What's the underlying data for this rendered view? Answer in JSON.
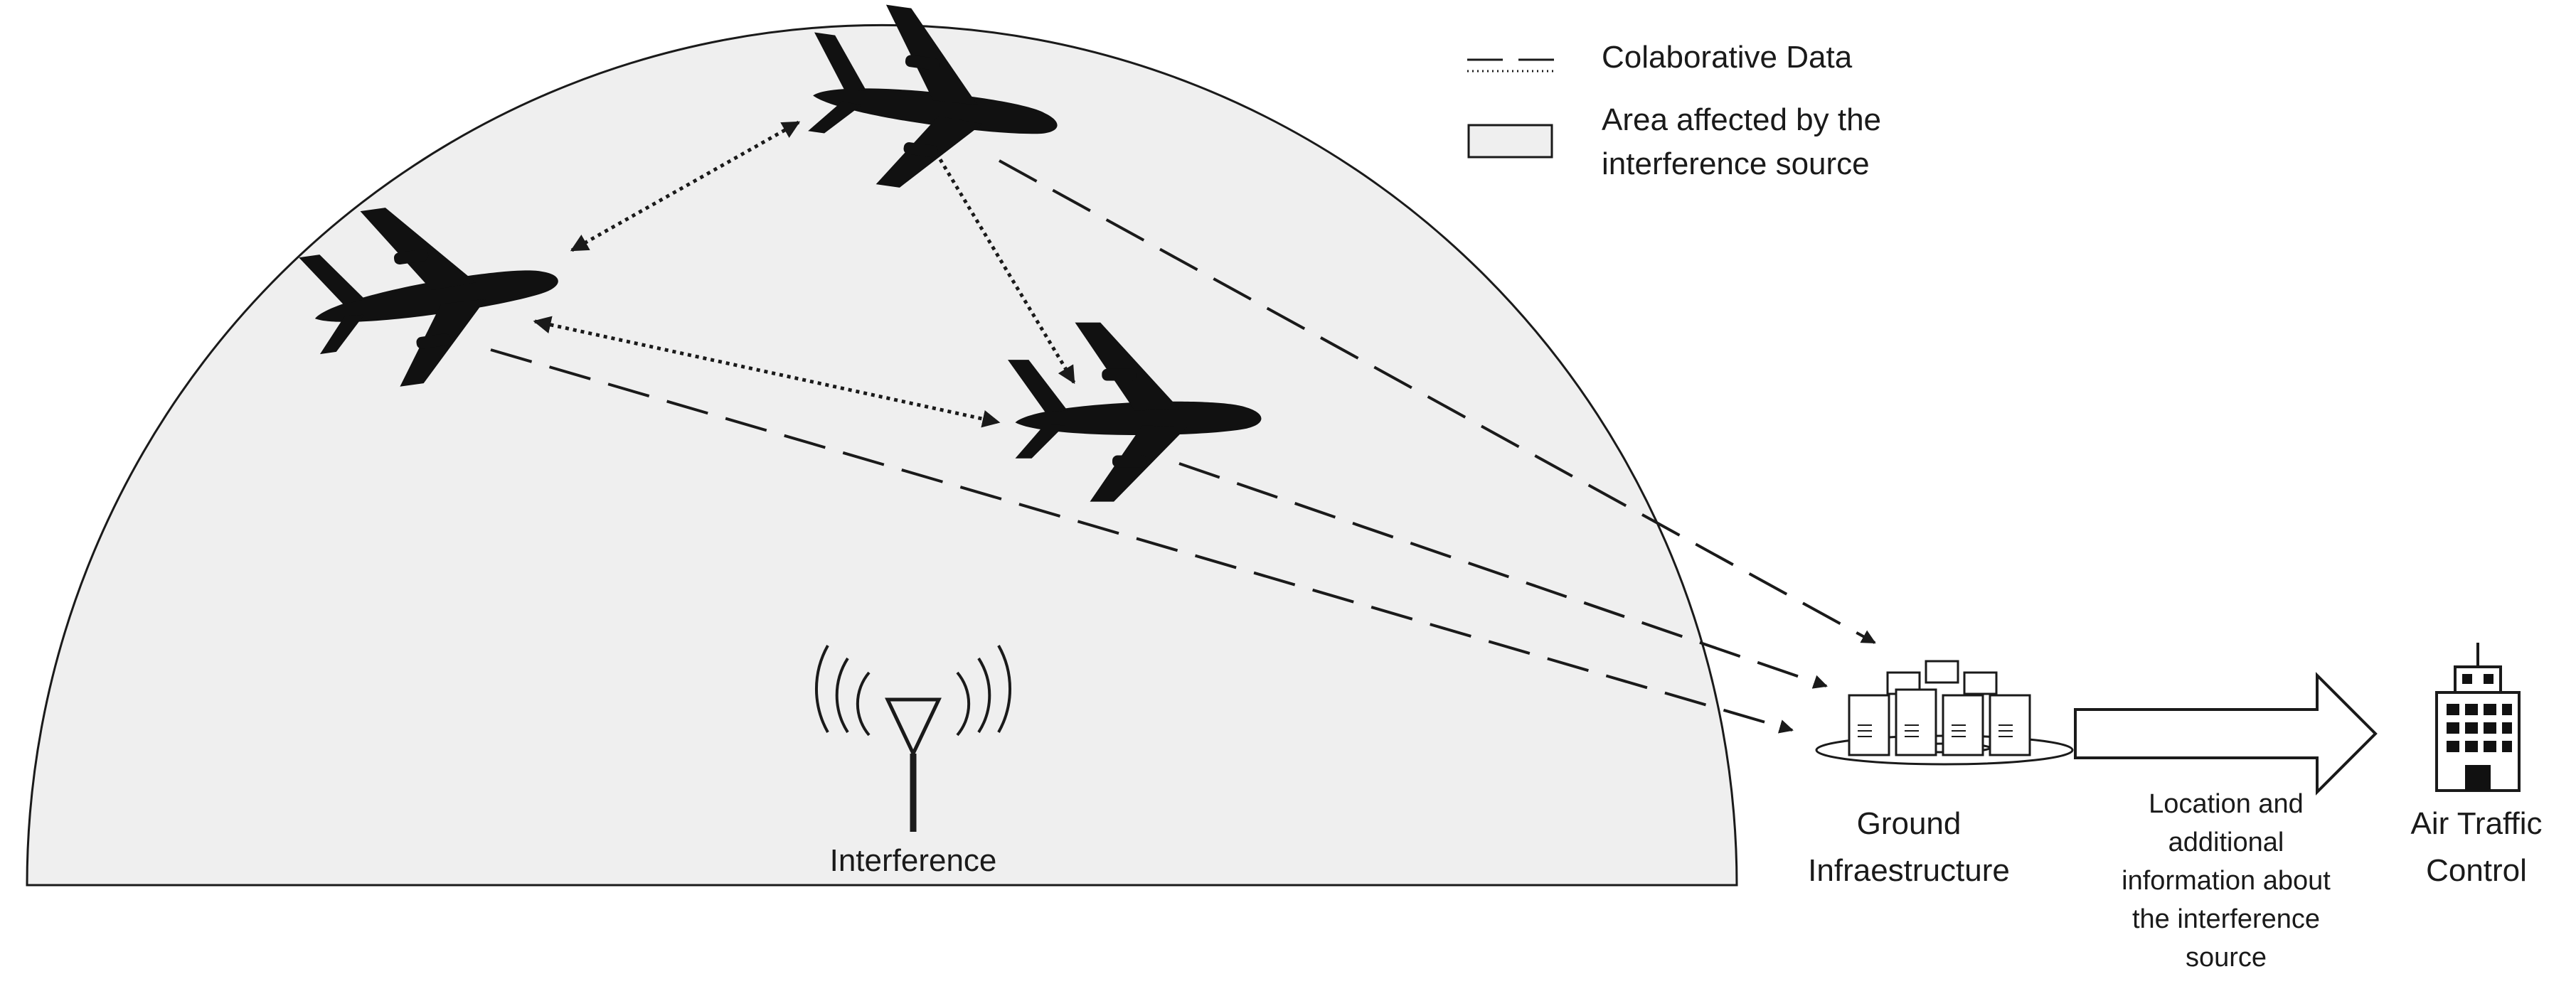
{
  "legend": {
    "collaborative_data": "Colaborative Data",
    "area_line1": "Area affected by the",
    "area_line2": "interference source"
  },
  "labels": {
    "interference": "Interference",
    "ground_line1": "Ground",
    "ground_line2": "Infraestructure",
    "info_line1": "Location and",
    "info_line2": "additional",
    "info_line3": "information about",
    "info_line4": "the interference",
    "info_line5": "source",
    "atc_line1": "Air Traffic",
    "atc_line2": "Control"
  },
  "colors": {
    "area_fill": "#efefef",
    "stroke": "#1a1a1a",
    "silhouette": "#111111"
  }
}
